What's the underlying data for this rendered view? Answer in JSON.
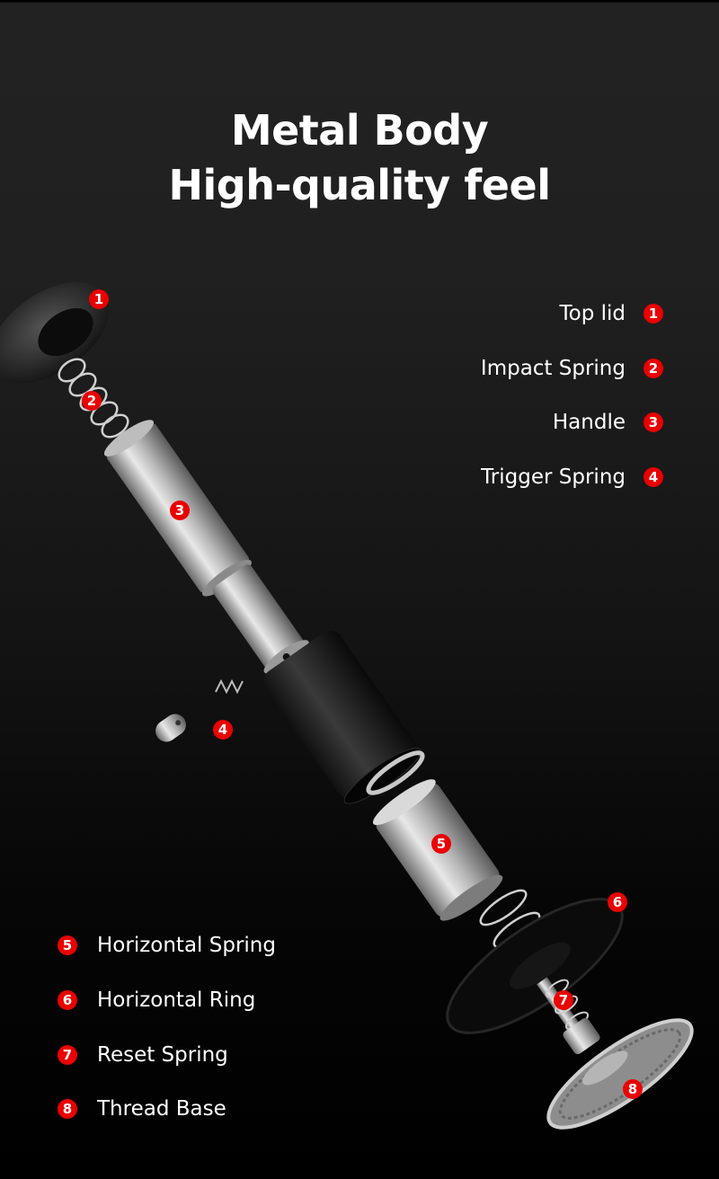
{
  "header": {
    "title_line1": "Metal Body",
    "title_line2": "High-quality feel"
  },
  "legend_right": [
    {
      "number": "1",
      "label": "Top lid"
    },
    {
      "number": "2",
      "label": "Impact Spring"
    },
    {
      "number": "3",
      "label": "Handle"
    },
    {
      "number": "4",
      "label": "Trigger Spring"
    }
  ],
  "legend_left": [
    {
      "number": "5",
      "label": "Horizontal Spring"
    },
    {
      "number": "6",
      "label": "Horizontal Ring"
    },
    {
      "number": "7",
      "label": "Reset Spring"
    },
    {
      "number": "8",
      "label": "Thread Base"
    }
  ],
  "callouts": [
    {
      "number": "1",
      "part": "top-lid"
    },
    {
      "number": "2",
      "part": "impact-spring"
    },
    {
      "number": "3",
      "part": "handle"
    },
    {
      "number": "4",
      "part": "trigger-spring"
    },
    {
      "number": "5",
      "part": "horizontal-spring"
    },
    {
      "number": "6",
      "part": "horizontal-ring"
    },
    {
      "number": "7",
      "part": "reset-spring"
    },
    {
      "number": "8",
      "part": "thread-base"
    }
  ],
  "colors": {
    "badge": "#ea0000",
    "text": "#ffffff",
    "background_top": "#222222",
    "background_bottom": "#000000"
  }
}
